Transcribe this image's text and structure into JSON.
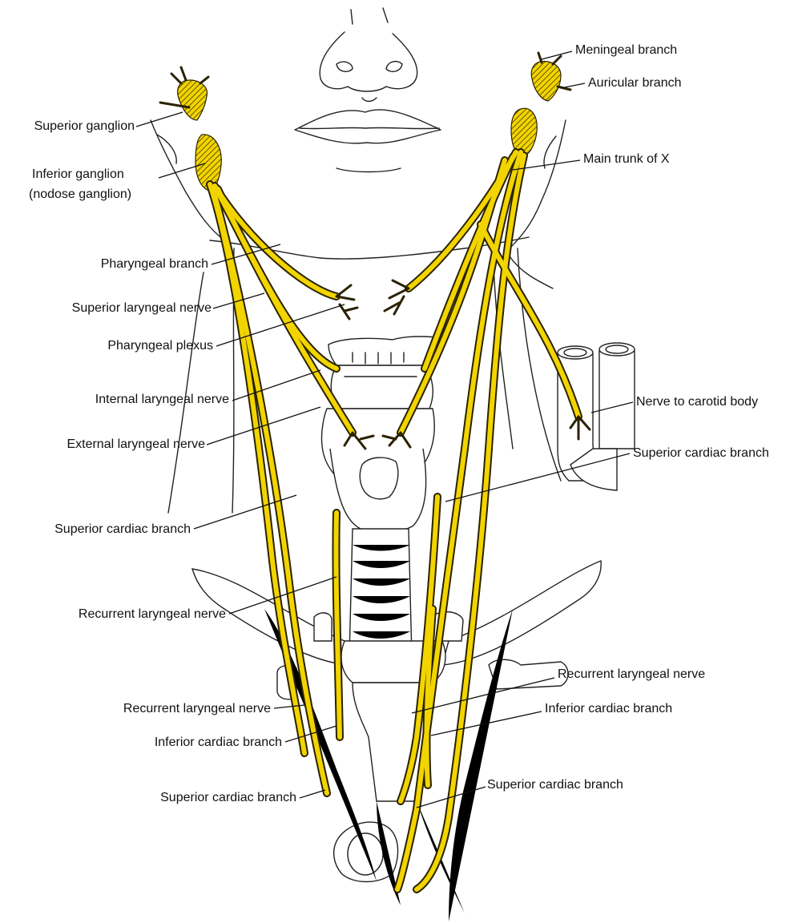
{
  "colors": {
    "nerve_fill": "#f2d400",
    "nerve_outline": "#2a2200",
    "line": "#222222",
    "background": "#ffffff"
  },
  "labels": {
    "superior_ganglion": "Superior ganglion",
    "inferior_ganglion_1": "Inferior ganglion",
    "inferior_ganglion_2": "(nodose ganglion)",
    "pharyngeal_branch": "Pharyngeal branch",
    "superior_laryngeal_nerve": "Superior laryngeal nerve",
    "pharyngeal_plexus": "Pharyngeal plexus",
    "internal_laryngeal_nerve": "Internal laryngeal nerve",
    "external_laryngeal_nerve": "External laryngeal nerve",
    "superior_cardiac_branch_left": "Superior cardiac branch",
    "recurrent_laryngeal_nerve_left_upper": "Recurrent laryngeal nerve",
    "recurrent_laryngeal_nerve_left_lower": "Recurrent laryngeal nerve",
    "inferior_cardiac_branch_left": "Inferior cardiac branch",
    "superior_cardiac_branch_left_lower": "Superior cardiac branch",
    "meningeal_branch": "Meningeal branch",
    "auricular_branch": "Auricular branch",
    "main_trunk": "Main trunk of X",
    "nerve_to_carotid_body": "Nerve to carotid body",
    "superior_cardiac_branch_right": "Superior cardiac branch",
    "recurrent_laryngeal_nerve_right": "Recurrent laryngeal nerve",
    "inferior_cardiac_branch_right": "Inferior cardiac branch",
    "superior_cardiac_branch_right_lower": "Superior cardiac branch"
  }
}
